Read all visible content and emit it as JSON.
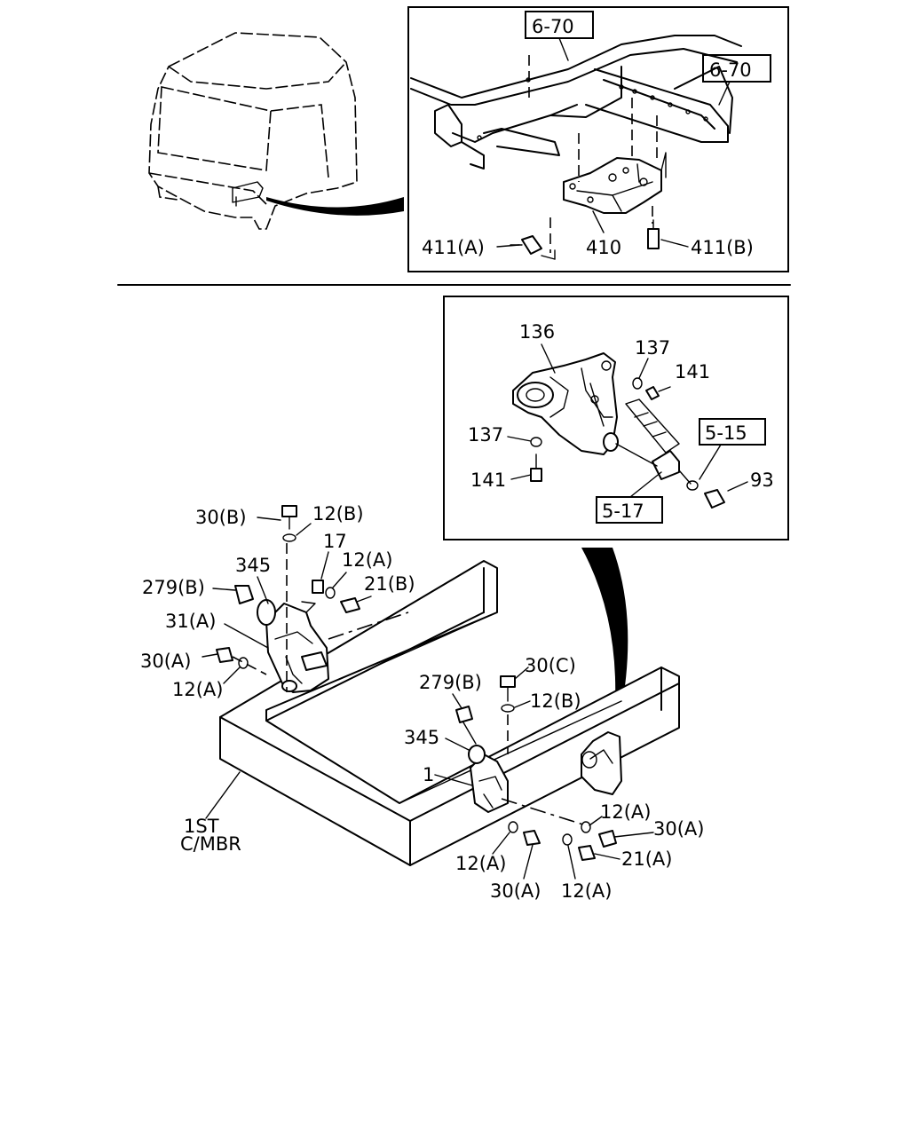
{
  "refs": {
    "r6_70_a": "6-70",
    "r6_70_b": "6-70",
    "r5_15": "5-15",
    "r5_17": "5-17"
  },
  "labels": {
    "l411a": "411(A)",
    "l410": "410",
    "l411b": "411(B)",
    "l136": "136",
    "l137a": "137",
    "l141a": "141",
    "l137b": "137",
    "l141b": "141",
    "l93": "93",
    "l30b": "30(B)",
    "l12b_left": "12(B)",
    "l17": "17",
    "l12a_left1": "12(A)",
    "l345_left": "345",
    "l21b": "21(B)",
    "l279b_left": "279(B)",
    "l31a": "31(A)",
    "l30a_left": "30(A)",
    "l12a_left2": "12(A)",
    "l279b_right": "279(B)",
    "l30c": "30(C)",
    "l12b_right": "12(B)",
    "l345_right": "345",
    "l1": "1",
    "l12a_r1": "12(A)",
    "l30a_r1": "30(A)",
    "l21a": "21(A)",
    "l12a_r2": "12(A)",
    "l30a_r2": "30(A)",
    "l12a_r3": "12(A)",
    "l1st": "1ST",
    "lcmbr": "C/MBR"
  }
}
